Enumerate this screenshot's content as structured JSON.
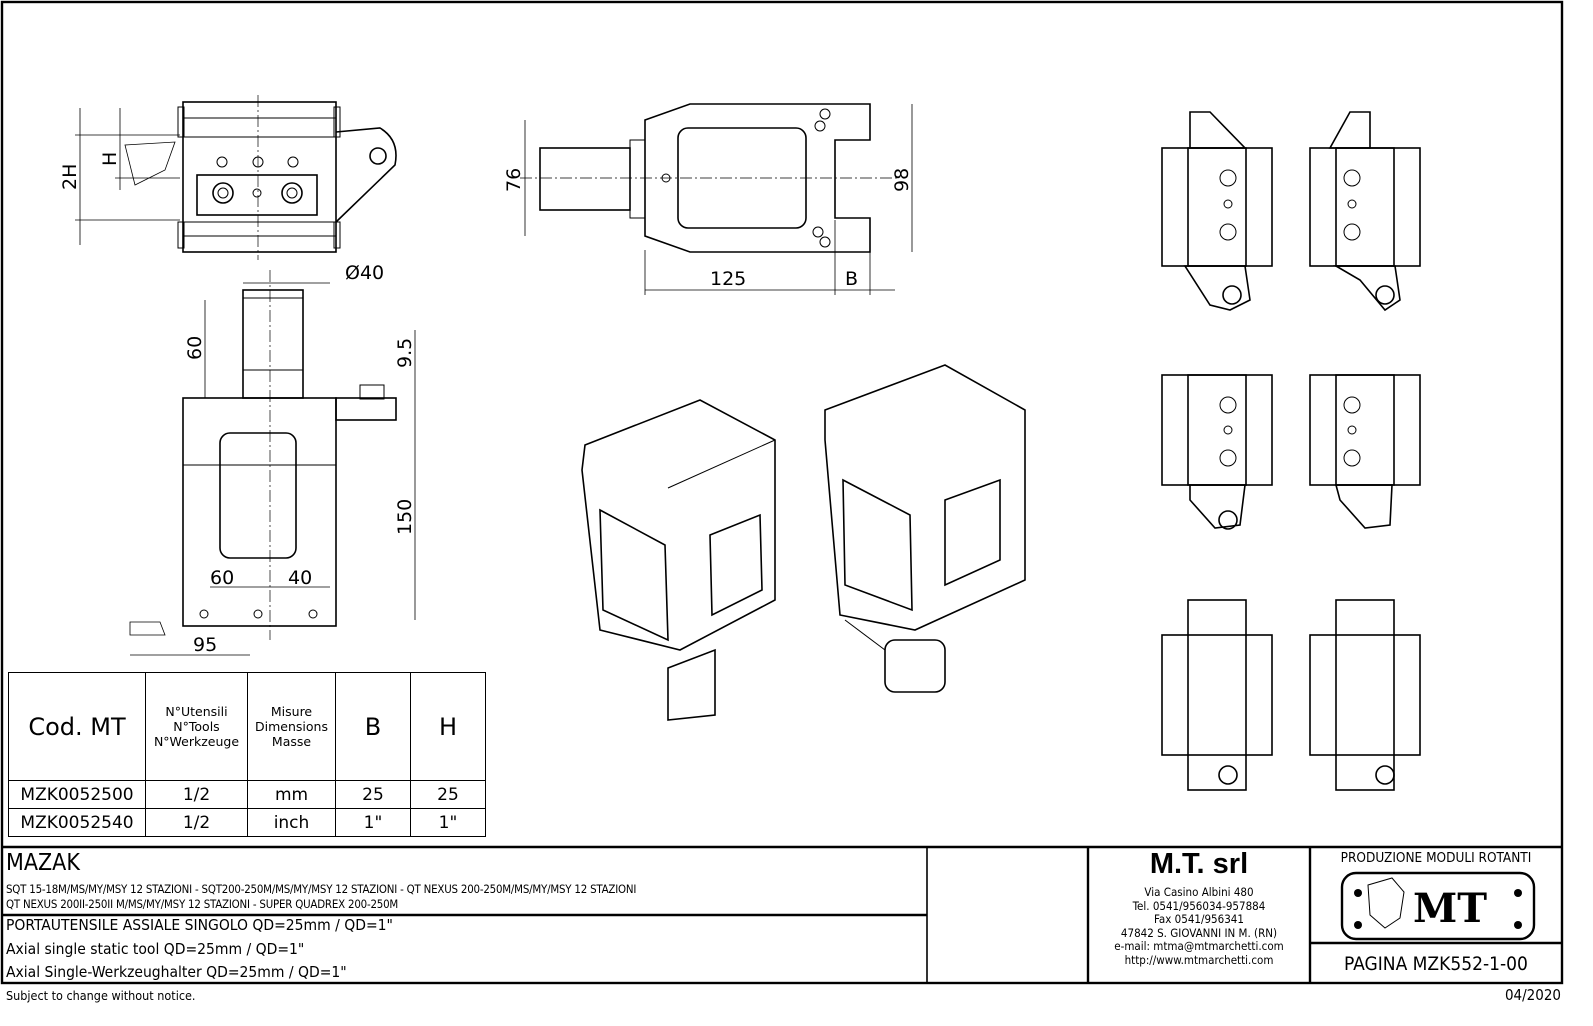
{
  "drawing": {
    "dimensions": {
      "two_h": "2H",
      "h": "H",
      "dia40": "Ø40",
      "d60_vertical": "60",
      "d9_5": "9.5",
      "d150": "150",
      "d60": "60",
      "d40": "40",
      "d95": "95",
      "d76": "76",
      "d98": "98",
      "d125": "125",
      "b": "B"
    }
  },
  "spec_table": {
    "headers": {
      "code": "Cod. MT",
      "tools": [
        "N°Utensili",
        "N°Tools",
        "N°Werkzeuge"
      ],
      "dimensions": [
        "Misure",
        "Dimensions",
        "Masse"
      ],
      "b": "B",
      "h": "H"
    },
    "rows": [
      {
        "code": "MZK0052500",
        "tools": "1/2",
        "units": "mm",
        "b": "25",
        "h": "25"
      },
      {
        "code": "MZK0052540",
        "tools": "1/2",
        "units": "inch",
        "b": "1\"",
        "h": "1\""
      }
    ]
  },
  "title_block": {
    "brand": "MAZAK",
    "machines_line1": "SQT 15-18M/MS/MY/MSY 12 STAZIONI - SQT200-250M/MS/MY/MSY 12 STAZIONI - QT NEXUS 200-250M/MS/MY/MSY 12 STAZIONI",
    "machines_line2": "QT NEXUS 200II-250II M/MS/MY/MSY 12 STAZIONI - SUPER QUADREX 200-250M",
    "desc_it": "PORTAUTENSILE ASSIALE SINGOLO QD=25mm / QD=1\"",
    "desc_en": "Axial single static tool QD=25mm / QD=1\"",
    "desc_de": "Axial Single-Werkzeughalter QD=25mm / QD=1\"",
    "company": {
      "name": "M.T. srl",
      "address": "Via Casino Albini 480",
      "tel": "Tel. 0541/956034-957884",
      "fax": "Fax 0541/956341",
      "city": "47842 S. GIOVANNI IN M. (RN)",
      "email": "e-mail: mtma@mtmarchetti.com",
      "web": "http://www.mtmarchetti.com"
    },
    "production": "PRODUZIONE MODULI ROTANTI",
    "logo_text": "MT",
    "page": "PAGINA MZK552-1-00"
  },
  "footer": {
    "notice": "Subject to change without notice.",
    "date": "04/2020"
  }
}
